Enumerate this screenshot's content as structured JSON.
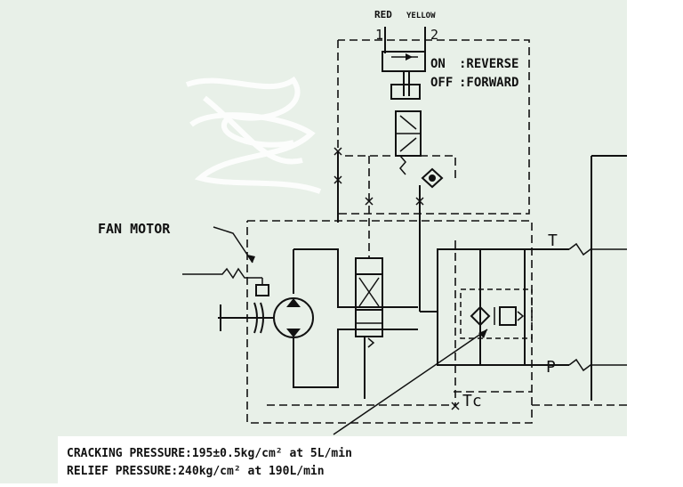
{
  "colors": {
    "background": "#e8f0e8",
    "line": "#111111"
  },
  "wires": {
    "wire1_label": "RED",
    "wire2_label": "YELLOW",
    "wire1_number": "1",
    "wire2_number": "2"
  },
  "switch_states": {
    "on_label": "ON",
    "on_value": ":REVERSE",
    "off_label": "OFF",
    "off_value": ":FORWARD"
  },
  "components": {
    "fan_motor_label": "FAN MOTOR",
    "port_t": "T",
    "port_p": "P",
    "port_tc": "Tc"
  },
  "specs": {
    "cracking_pressure": "CRACKING PRESSURE:195±0.5kg/cm² at 5L/min",
    "relief_pressure": "RELIEF PRESSURE:240kg/cm² at 190L/min"
  }
}
